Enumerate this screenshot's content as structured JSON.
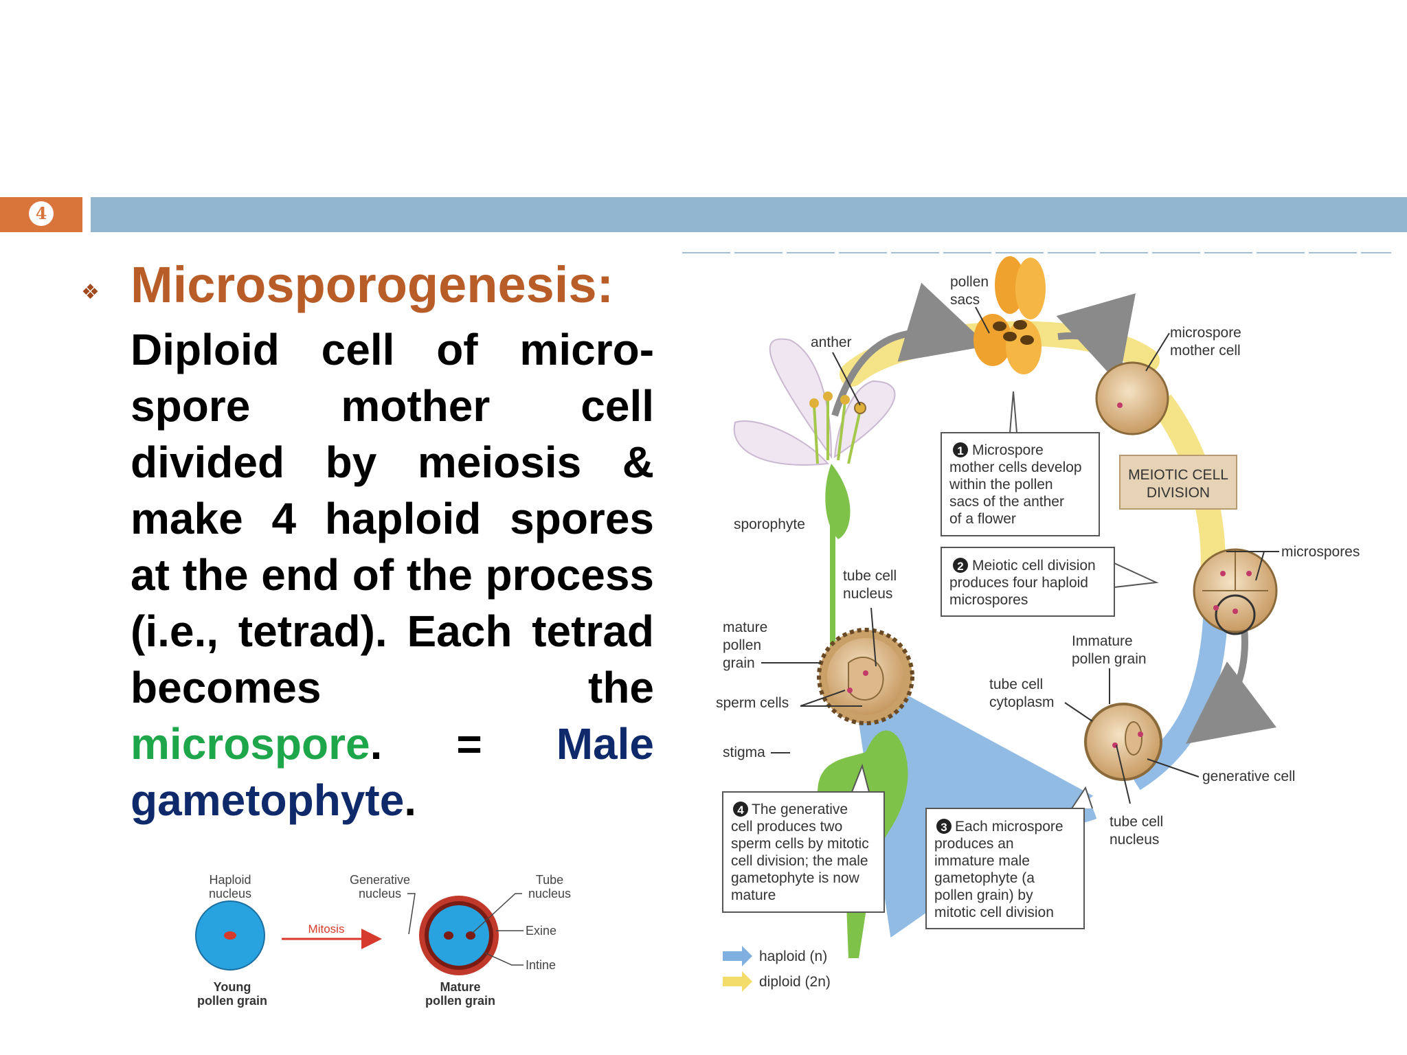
{
  "slide": {
    "number": "4"
  },
  "content": {
    "heading": "Microsporogenesis:",
    "body_plain": "Diploid cell of micro-spore mother cell divided by meiosis & make 4 haploid spores at the end of the process (i.e., tetrad). Each tetrad becomes the",
    "highlight_microspore": "microspore",
    "separator": ". = ",
    "highlight_male_gametophyte": "Male gametophyte",
    "end_period": "."
  },
  "pollen_figure": {
    "haploid_nucleus_l1": "Haploid",
    "haploid_nucleus_l2": "nucleus",
    "generative_nucleus_l1": "Generative",
    "generative_nucleus_l2": "nucleus",
    "tube_nucleus_l1": "Tube",
    "tube_nucleus_l2": "nucleus",
    "mitosis": "Mitosis",
    "exine": "Exine",
    "intine": "Intine",
    "young_l1": "Young",
    "young_l2": "pollen grain",
    "mature_l1": "Mature",
    "mature_l2": "pollen grain",
    "colors": {
      "cell": "#29a3e0",
      "nucleus": "#d63a2c",
      "exine": "#c0392b",
      "arrow": "#d63a2c"
    }
  },
  "cycle_figure": {
    "pollen_sacs_l1": "pollen",
    "pollen_sacs_l2": "sacs",
    "anther": "anther",
    "microspore_mother_cell_l1": "microspore",
    "microspore_mother_cell_l2": "mother cell",
    "sporophyte": "sporophyte",
    "meiotic_l1": "MEIOTIC CELL",
    "meiotic_l2": "DIVISION",
    "microspores": "microspores",
    "tube_cell_nucleus_top_l1": "tube cell",
    "tube_cell_nucleus_top_l2": "nucleus",
    "mature_pollen_l1": "mature",
    "mature_pollen_l2": "pollen",
    "mature_pollen_l3": "grain",
    "sperm_cells": "sperm cells",
    "stigma": "stigma",
    "immature_pollen_l1": "Immature",
    "immature_pollen_l2": "pollen grain",
    "tube_cell_cytoplasm_l1": "tube cell",
    "tube_cell_cytoplasm_l2": "cytoplasm",
    "generative_cell": "generative cell",
    "tube_cell_nucleus_bottom_l1": "tube cell",
    "tube_cell_nucleus_bottom_l2": "nucleus",
    "step1_num": "1",
    "step1_l1": "Microspore",
    "step1_l2": "mother cells develop",
    "step1_l3": "within the pollen",
    "step1_l4": "sacs of the anther",
    "step1_l5": "of a flower",
    "step2_num": "2",
    "step2_l1": "Meiotic cell division",
    "step2_l2": "produces four haploid",
    "step2_l3": "microspores",
    "step3_num": "3",
    "step3_l1": "Each microspore",
    "step3_l2": "produces an",
    "step3_l3": "immature male",
    "step3_l4": "gametophyte (a",
    "step3_l5": "pollen grain) by",
    "step3_l6": "mitotic cell division",
    "step4_num": "4",
    "step4_l1": "The generative",
    "step4_l2": "cell produces two",
    "step4_l3": "sperm cells by mitotic",
    "step4_l4": "cell division; the male",
    "step4_l5": "gametophyte is now",
    "step4_l6": "mature",
    "legend_haploid": "haploid (n)",
    "legend_diploid": "diploid (2n)",
    "colors": {
      "haploid": "#7fb0e0",
      "diploid": "#f3dc6a",
      "cell": "#e8c9a0",
      "cell_edge": "#8a6a3a",
      "box_fill": "#e6d2b4",
      "petal": "#efe6f2",
      "stem": "#7fc24a",
      "anther": "#f0a22e"
    }
  }
}
